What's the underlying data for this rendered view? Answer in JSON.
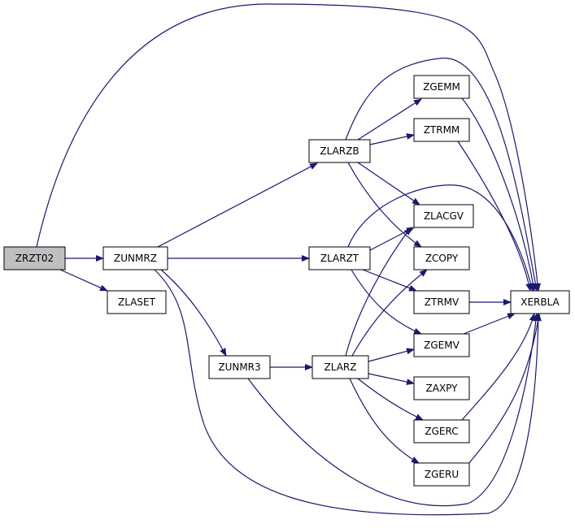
{
  "colors": {
    "edge": "#191970",
    "node_fill": "#ffffff",
    "root_fill": "#bfbfbf",
    "border": "#000000"
  },
  "nodes": [
    {
      "id": "ZRZT02",
      "label": "ZRZT02",
      "root": true
    },
    {
      "id": "ZUNMRZ",
      "label": "ZUNMRZ"
    },
    {
      "id": "ZLASET",
      "label": "ZLASET"
    },
    {
      "id": "ZLARZB",
      "label": "ZLARZB"
    },
    {
      "id": "ZLARZT",
      "label": "ZLARZT"
    },
    {
      "id": "ZUNMR3",
      "label": "ZUNMR3"
    },
    {
      "id": "ZLARZ",
      "label": "ZLARZ"
    },
    {
      "id": "ZGEMM",
      "label": "ZGEMM"
    },
    {
      "id": "ZTRMM",
      "label": "ZTRMM"
    },
    {
      "id": "ZLACGV",
      "label": "ZLACGV"
    },
    {
      "id": "ZCOPY",
      "label": "ZCOPY"
    },
    {
      "id": "ZTRMV",
      "label": "ZTRMV"
    },
    {
      "id": "ZGEMV",
      "label": "ZGEMV"
    },
    {
      "id": "ZAXPY",
      "label": "ZAXPY"
    },
    {
      "id": "ZGERC",
      "label": "ZGERC"
    },
    {
      "id": "ZGERU",
      "label": "ZGERU"
    },
    {
      "id": "XERBLA",
      "label": "XERBLA"
    }
  ],
  "edges": [
    {
      "from": "ZRZT02",
      "to": "ZUNMRZ"
    },
    {
      "from": "ZRZT02",
      "to": "ZLASET"
    },
    {
      "from": "ZRZT02",
      "to": "XERBLA"
    },
    {
      "from": "ZUNMRZ",
      "to": "ZLARZB"
    },
    {
      "from": "ZUNMRZ",
      "to": "ZLARZT"
    },
    {
      "from": "ZUNMRZ",
      "to": "ZUNMR3"
    },
    {
      "from": "ZUNMRZ",
      "to": "XERBLA"
    },
    {
      "from": "ZLARZB",
      "to": "ZGEMM"
    },
    {
      "from": "ZLARZB",
      "to": "ZTRMM"
    },
    {
      "from": "ZLARZB",
      "to": "ZLACGV"
    },
    {
      "from": "ZLARZB",
      "to": "ZCOPY"
    },
    {
      "from": "ZLARZB",
      "to": "XERBLA"
    },
    {
      "from": "ZLARZT",
      "to": "ZLACGV"
    },
    {
      "from": "ZLARZT",
      "to": "ZTRMV"
    },
    {
      "from": "ZLARZT",
      "to": "ZGEMV"
    },
    {
      "from": "ZLARZT",
      "to": "XERBLA"
    },
    {
      "from": "ZUNMR3",
      "to": "ZLARZ"
    },
    {
      "from": "ZUNMR3",
      "to": "XERBLA"
    },
    {
      "from": "ZLARZ",
      "to": "ZLACGV"
    },
    {
      "from": "ZLARZ",
      "to": "ZCOPY"
    },
    {
      "from": "ZLARZ",
      "to": "ZGEMV"
    },
    {
      "from": "ZLARZ",
      "to": "ZAXPY"
    },
    {
      "from": "ZLARZ",
      "to": "ZGERC"
    },
    {
      "from": "ZLARZ",
      "to": "ZGERU"
    },
    {
      "from": "ZGEMM",
      "to": "XERBLA"
    },
    {
      "from": "ZTRMM",
      "to": "XERBLA"
    },
    {
      "from": "ZTRMV",
      "to": "XERBLA"
    },
    {
      "from": "ZGEMV",
      "to": "XERBLA"
    },
    {
      "from": "ZGERC",
      "to": "XERBLA"
    },
    {
      "from": "ZGERU",
      "to": "XERBLA"
    }
  ]
}
